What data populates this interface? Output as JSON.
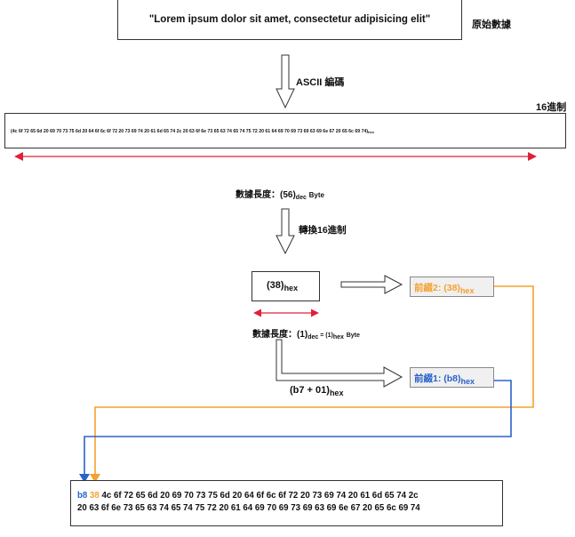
{
  "source_text": "\"Lorem ipsum dolor sit amet, consectetur adipisicing elit\"",
  "source_label": "原始數據",
  "ascii_label": "ASCII 編碼",
  "hex_label": "16進制",
  "hex_data": "(4c 6f 72 65 6d 20 69 70 73 75 6d 20 64 6f 6c 6f 72 20 73 69 74 20 61 6d 65 74 2c 20 63 6f 6e 73 65 63 74 65 74 75 72 20 61 64 69 70 69 73 69 63 69 6e 67 20 65 6c 69 74)",
  "hex_sub": "hex",
  "length_label": "數據長度：",
  "length_value": "(56)",
  "dec_sub": "dec",
  "byte_unit": "Byte",
  "convert_label": "轉換16進制",
  "length_hex_value": "(38)",
  "length2_label": "數據長度：",
  "length2_dec": "(1)",
  "length2_eq": " = ",
  "length2_hex": "(1)",
  "prefix2_label": "前綴2: (38)",
  "prefix1_label": "前綴1: (b8)",
  "sum_label": "(b7 + 01)",
  "result_prefix1": "b8",
  "result_prefix2": "38",
  "result_line1": " 4c 6f 72 65 6d 20 69 70 73 75 6d 20 64 6f 6c 6f 72 20 73 69 74 20 61 6d 65 74 2c",
  "result_line2": "20 63 6f 6e 73 65 63 74 65 74 75 72 20 61 64 69 70 69 73 69 63 69 6e 67 20 65 6c 69 74",
  "colors": {
    "orange": "#f5a030",
    "blue": "#2a62c9",
    "red": "#e0203a",
    "gray_box": "#f0f0f0"
  }
}
